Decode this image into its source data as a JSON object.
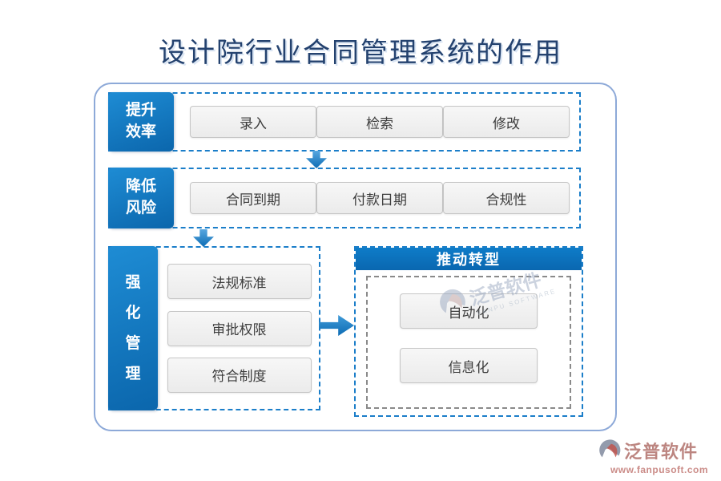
{
  "page": {
    "title": "设计院行业合同管理系统的作用"
  },
  "rows": [
    {
      "label": "提升效率",
      "items": [
        "录入",
        "检索",
        "修改"
      ]
    },
    {
      "label": "降低风险",
      "items": [
        "合同到期",
        "付款日期",
        "合规性"
      ]
    },
    {
      "label": "强化管理",
      "items": [
        "法规标准",
        "审批权限",
        "符合制度"
      ]
    }
  ],
  "transform_panel": {
    "header": "推动转型",
    "items": [
      "自动化",
      "信息化"
    ]
  },
  "watermark": {
    "brand": "泛普软件",
    "subtitle": "FANPU SOFTWARE"
  },
  "footer": {
    "brand": "泛普软件",
    "url": "www.fanpusoft.com"
  },
  "colors": {
    "accent_blue": "#0d6fb8",
    "dashed_border": "#1b7ec9",
    "frame_border": "#8da9d8",
    "title_text": "#24426f",
    "footer_red": "#bc8580"
  }
}
